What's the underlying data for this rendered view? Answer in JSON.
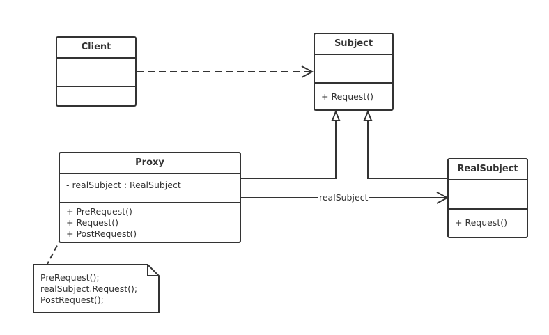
{
  "classes": {
    "client": {
      "name": "Client"
    },
    "subject": {
      "name": "Subject",
      "operations": [
        "+ Request()"
      ]
    },
    "proxy": {
      "name": "Proxy",
      "attributes": [
        "- realSubject : RealSubject"
      ],
      "operations": [
        "+ PreRequest()",
        "+ Request()",
        "+ PostRequest()"
      ]
    },
    "real_subject": {
      "name": "RealSubject",
      "operations": [
        "+ Request()"
      ]
    }
  },
  "note": {
    "lines": [
      "PreRequest();",
      "realSubject.Request();",
      "PostRequest();"
    ]
  },
  "associations": {
    "proxy_to_realsubject_label": "realSubject"
  },
  "colors": {
    "stroke": "#333333",
    "background": "#ffffff"
  }
}
